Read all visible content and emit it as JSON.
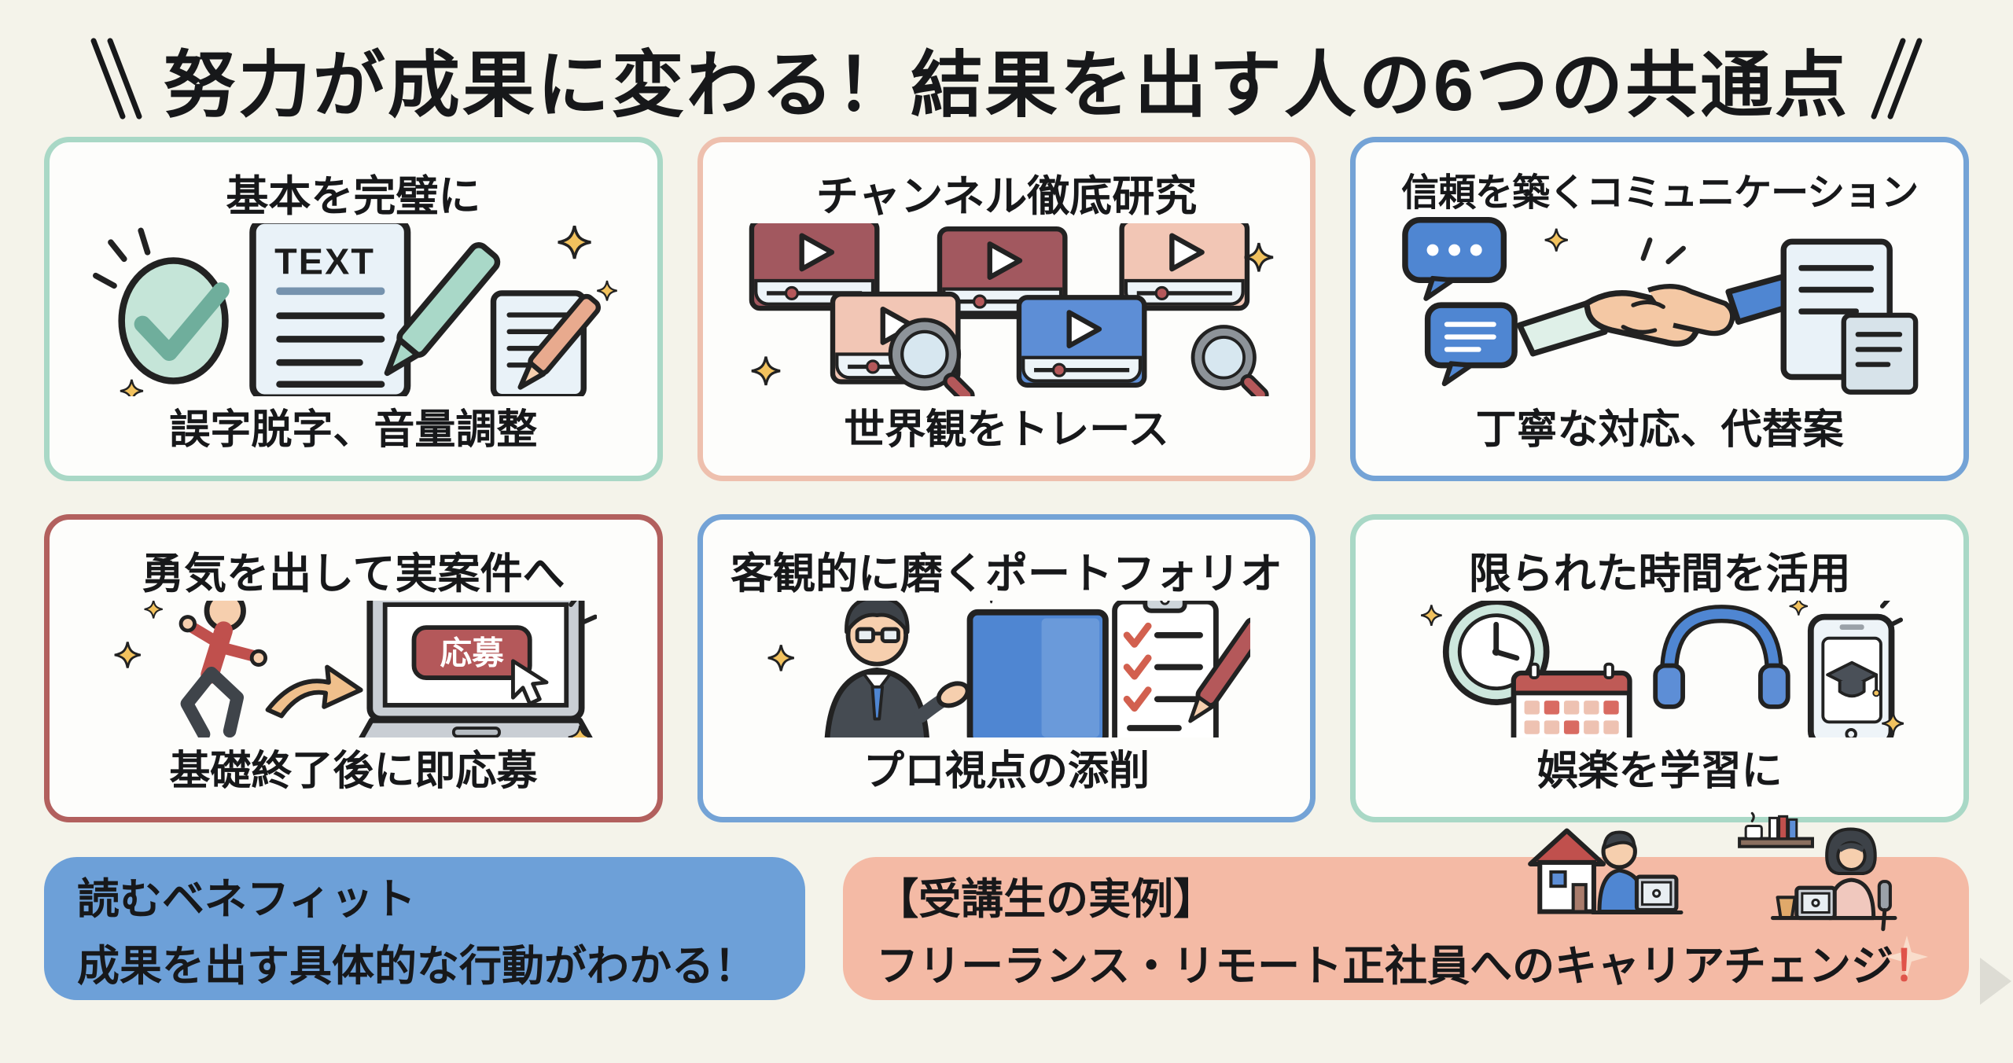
{
  "page": {
    "background": "#f4f3ea"
  },
  "title": {
    "text": "努力が成果に変わる！結果を出す人の6つの共通点"
  },
  "cards": [
    {
      "title": "基本を完璧に",
      "caption": "誤字脱字、音量調整",
      "accent": "#a9d8c6",
      "doc_label": "TEXT"
    },
    {
      "title": "チャンネル徹底研究",
      "caption": "世界観をトレース",
      "accent": "#eec0ae"
    },
    {
      "title": "信頼を築くコミュニケーション",
      "caption": "丁寧な対応、代替案",
      "accent": "#74a3d6"
    },
    {
      "title": "勇気を出して実案件へ",
      "caption": "基礎終了後に即応募",
      "accent": "#b2605e",
      "apply_button_label": "応募"
    },
    {
      "title": "客観的に磨くポートフォリオ",
      "caption": "プロ視点の添削",
      "accent": "#74a3d6"
    },
    {
      "title": "限られた時間を活用",
      "caption": "娯楽を学習に",
      "accent": "#a9d8c6"
    }
  ],
  "benefit_box": {
    "heading": "読むベネフィット",
    "body": "成果を出す具体的な行動がわかる！",
    "background": "#6da0d8"
  },
  "example_box": {
    "heading": "【受講生の実例】",
    "body": "フリーランス・リモート正社員へのキャリアチェンジ",
    "exclamation": "！",
    "background": "#f4baa5",
    "exclamation_color": "#e0544a"
  },
  "icon_shapes": {
    "sparkle-icon": "✦",
    "play-icon": "▶",
    "check-icon": "✓",
    "next-arrow-icon": "▶"
  }
}
